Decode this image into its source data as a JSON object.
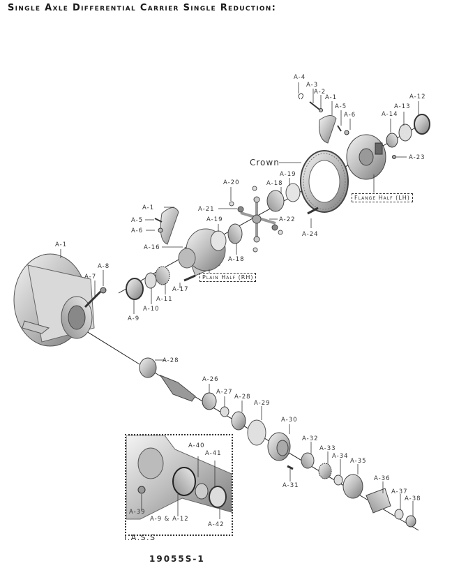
{
  "title": "Single Axle Differential Carrier Single Reduction:",
  "drawing_code": "19055S-1",
  "callouts": {
    "crown": "Crown",
    "flange_half": "Flange Half (LH)",
    "plain_half": "Plain Half (RH)",
    "inset_title": "I.A.S.S"
  },
  "labels": {
    "a4": "A-4",
    "a3": "A-3",
    "a2": "A-2",
    "a1_top": "A-1",
    "a5_top": "A-5",
    "a6_top": "A-6",
    "a12": "A-12",
    "a13": "A-13",
    "a14": "A-14",
    "a23": "A-23",
    "a19_top": "A-19",
    "a18_top": "A-18",
    "a20": "A-20",
    "a21": "A-21",
    "a22": "A-22",
    "a24": "A-24",
    "a19_mid": "A-19",
    "a18_mid": "A-18",
    "a1_mid": "A-1",
    "a5_mid": "A-5",
    "a6_mid": "A-6",
    "a16": "A-16",
    "a17": "A-17",
    "a11": "A-11",
    "a10": "A-10",
    "a9": "A-9",
    "a1_left": "A-1",
    "a7": "A-7",
    "a8": "A-8",
    "a28_top": "A-28",
    "a26": "A-26",
    "a27": "A-27",
    "a28_mid": "A-28",
    "a29": "A-29",
    "a30": "A-30",
    "a31": "A-31",
    "a32": "A-32",
    "a33": "A-33",
    "a34": "A-34",
    "a35": "A-35",
    "a36": "A-36",
    "a37": "A-37",
    "a38": "A-38",
    "a40": "A-40",
    "a41": "A-41",
    "a39": "A-39",
    "a9_a12": "A-9 & A-12",
    "a42": "A-42"
  }
}
